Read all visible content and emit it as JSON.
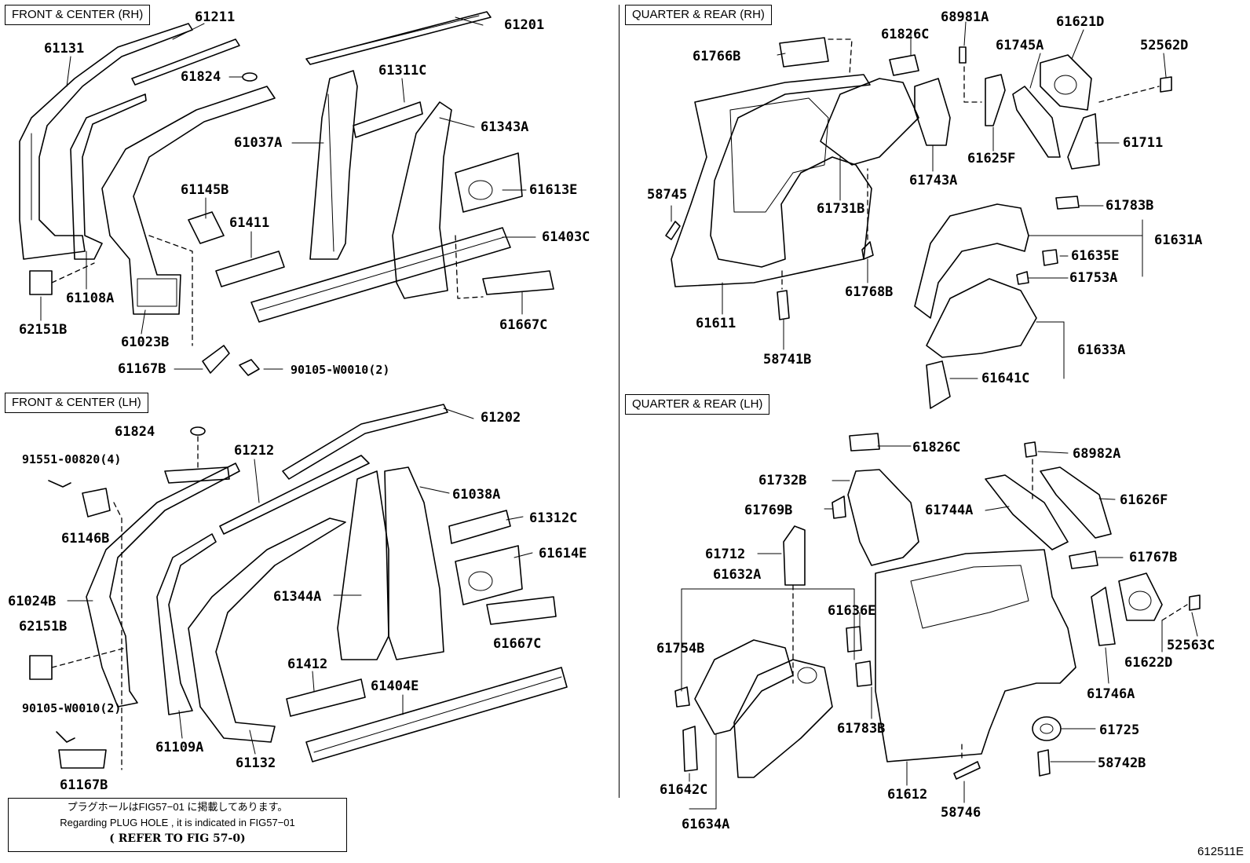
{
  "panels": {
    "front_rh": "FRONT & CENTER (RH)",
    "front_lh": "FRONT & CENTER (LH)",
    "quarter_rh": "QUARTER & REAR (RH)",
    "quarter_lh": "QUARTER & REAR (LH)"
  },
  "parts_front_rh": [
    "61131",
    "61211",
    "61201",
    "61824",
    "61311C",
    "61343A",
    "61037A",
    "61145B",
    "61613E",
    "61411",
    "61403C",
    "61108A",
    "62151B",
    "61023B",
    "61667C",
    "61167B",
    "90105-W0010(2)"
  ],
  "parts_front_lh": [
    "61202",
    "61824",
    "61212",
    "91551-00820(4)",
    "61038A",
    "61146B",
    "61312C",
    "61614E",
    "61024B",
    "61344A",
    "62151B",
    "61667C",
    "61412",
    "61404E",
    "90105-W0010(2)",
    "61109A",
    "61132",
    "61167B"
  ],
  "parts_quarter_rh": [
    "61826C",
    "68981A",
    "61621D",
    "61766B",
    "61745A",
    "52562D",
    "61711",
    "61743A",
    "61625F",
    "58745",
    "61731B",
    "61783B",
    "61631A",
    "61635E",
    "61753A",
    "61768B",
    "61611",
    "61633A",
    "58741B",
    "61641C"
  ],
  "parts_quarter_lh": [
    "61826C",
    "68982A",
    "61732B",
    "61626F",
    "61769B",
    "61744A",
    "61767B",
    "61712",
    "61632A",
    "61636E",
    "52563C",
    "61754B",
    "61622D",
    "61746A",
    "61783B",
    "61725",
    "61642C",
    "61612",
    "58742B",
    "58746",
    "61634A"
  ],
  "note": {
    "line1": "プラグホールはFIG57−01 に掲載してあります。",
    "line2": "Regarding  PLUG HOLE , it is indicated in FIG57−01",
    "line3": "( REFER TO FIG 57-0)"
  },
  "figure_id": "612511E"
}
